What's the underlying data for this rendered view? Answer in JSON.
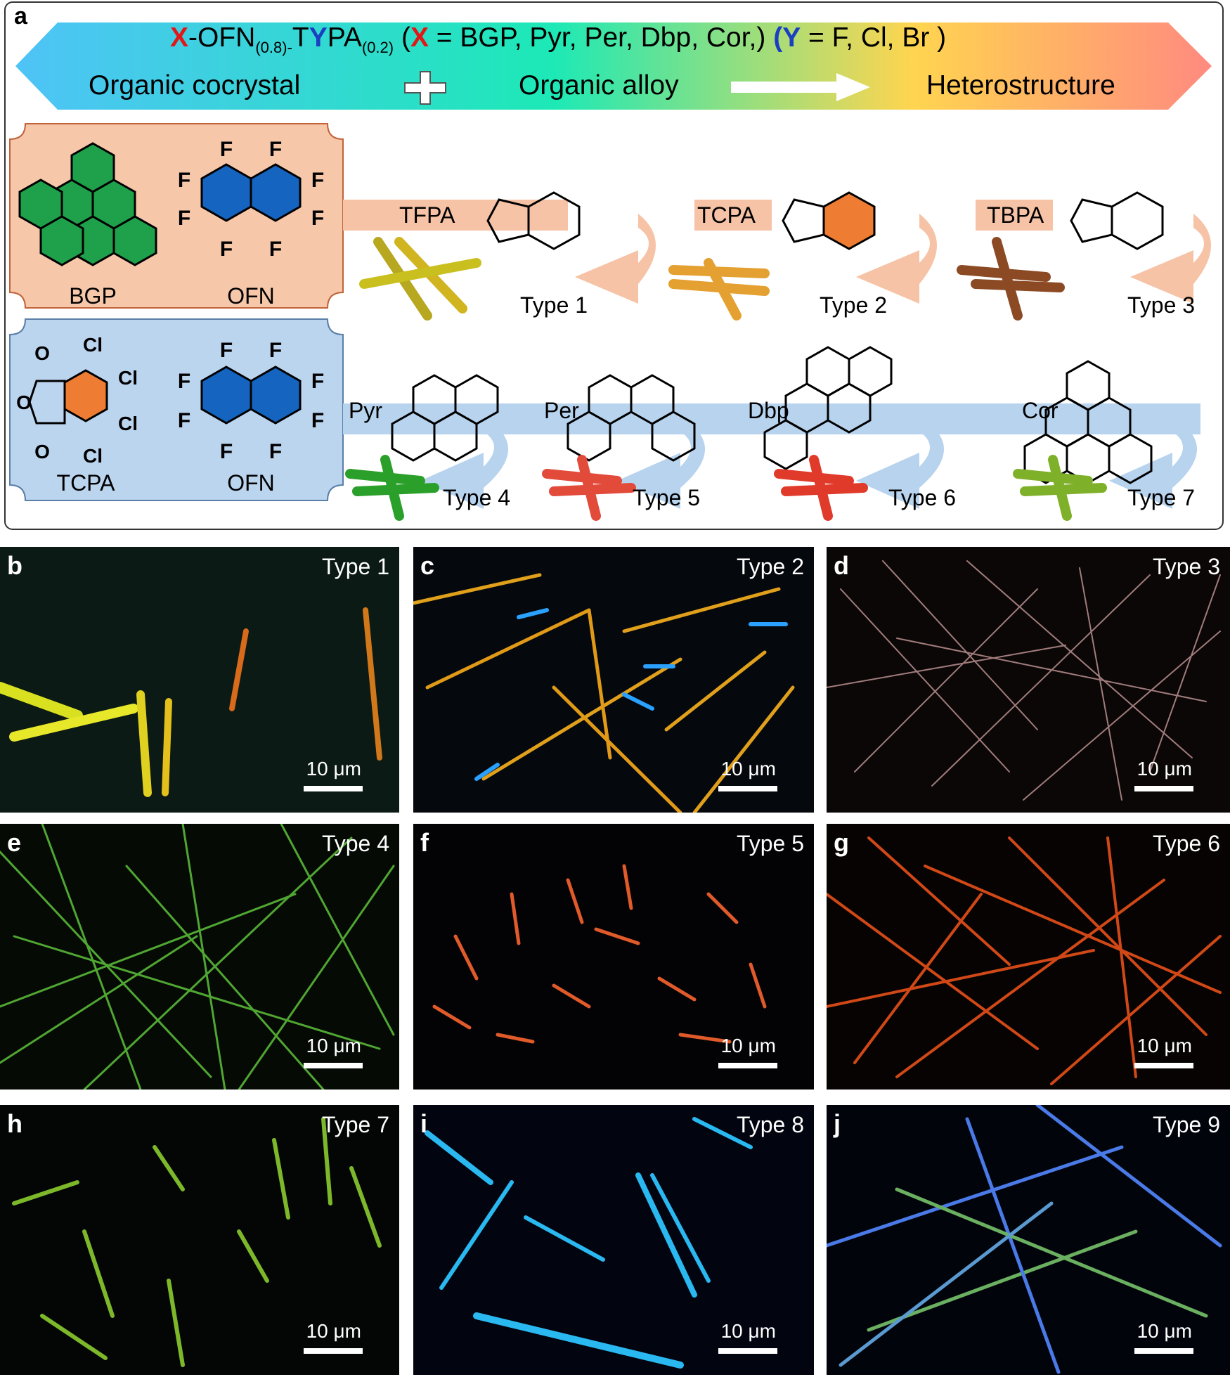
{
  "panel_a": {
    "letter": "a",
    "formula": {
      "x1": "X",
      "part1": "-OFN",
      "sub1": "(0.8)-",
      "part2": "T",
      "y1": "Y",
      "part3": "PA",
      "sub2": "(0.2)",
      "part4": " (",
      "x2": "X",
      "part5": " = BGP, Pyr, Per, Dbp, Cor,) ",
      "y2": "(Y",
      "part6": " = F, Cl, Br )"
    },
    "banner": {
      "left_text": "Organic cocrystal",
      "middle_text": "Organic alloy",
      "right_text": "Heterostructure",
      "plus_icon": "plus-icon",
      "arrow_icon": "right-arrow-icon"
    },
    "top_box": {
      "mol1": "BGP",
      "mol2": "OFN"
    },
    "bottom_box": {
      "mol1": "TCPA",
      "mol2": "OFN"
    },
    "top_row": [
      {
        "acceptor": "TFPA",
        "halogen": "F",
        "type": "Type 1"
      },
      {
        "acceptor": "TCPA",
        "halogen": "Cl",
        "type": "Type 2"
      },
      {
        "acceptor": "TBPA",
        "halogen": "Br",
        "type": "Type 3"
      }
    ],
    "bottom_row": [
      {
        "donor": "Pyr",
        "type": "Type 4"
      },
      {
        "donor": "Per",
        "type": "Type 5"
      },
      {
        "donor": "Dbp",
        "type": "Type 6"
      },
      {
        "donor": "Cor",
        "type": "Type 7"
      }
    ]
  },
  "micrographs": [
    {
      "letter": "b",
      "type": "Type 1",
      "scale": "10 μm"
    },
    {
      "letter": "c",
      "type": "Type 2",
      "scale": "10 μm"
    },
    {
      "letter": "d",
      "type": "Type 3",
      "scale": "10 μm"
    },
    {
      "letter": "e",
      "type": "Type 4",
      "scale": "10 μm"
    },
    {
      "letter": "f",
      "type": "Type 5",
      "scale": "10 μm"
    },
    {
      "letter": "g",
      "type": "Type 6",
      "scale": "10 μm"
    },
    {
      "letter": "h",
      "type": "Type 7",
      "scale": "10 μm"
    },
    {
      "letter": "i",
      "type": "Type 8",
      "scale": "10 μm"
    },
    {
      "letter": "j",
      "type": "Type 9",
      "scale": "10 μm"
    }
  ],
  "colors": {
    "banner_gradient": [
      "#4fc3f7",
      "#1de9b6",
      "#ffd54f",
      "#ff8a80"
    ],
    "top_band": "#f6c3a6",
    "bottom_band": "#b7d3ee",
    "bgp_green": "#1fa04a",
    "ofn_blue": "#1565c0",
    "tcpa_orange": "#ee7d33"
  }
}
